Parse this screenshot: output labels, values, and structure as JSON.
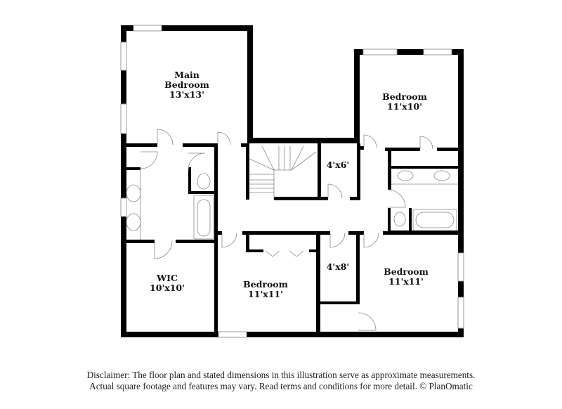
{
  "floor_plan": {
    "rooms": [
      {
        "id": "main-bedroom",
        "name": "Main",
        "name2": "Bedroom",
        "dims": "13'x13'"
      },
      {
        "id": "bedroom-ne",
        "name": "Bedroom",
        "dims": "11'x10'"
      },
      {
        "id": "closet-4x6",
        "dims": "4'x6'"
      },
      {
        "id": "wic",
        "name": "WIC",
        "dims": "10'x10'"
      },
      {
        "id": "bedroom-s",
        "name": "Bedroom",
        "dims": "11'x11'"
      },
      {
        "id": "closet-4x8",
        "dims": "4'x8'"
      },
      {
        "id": "bedroom-se",
        "name": "Bedroom",
        "dims": "11'x11'"
      }
    ]
  },
  "disclaimer": {
    "line1": "Disclaimer: The floor plan and stated dimensions in this illustration serve as approximate measurements.",
    "line2": "Actual square footage and features may vary. Read terms and conditions for more detail. © PlanOmatic"
  },
  "colors": {
    "wall": "#000000",
    "background": "#ffffff",
    "fixture_stroke": "#888888"
  }
}
